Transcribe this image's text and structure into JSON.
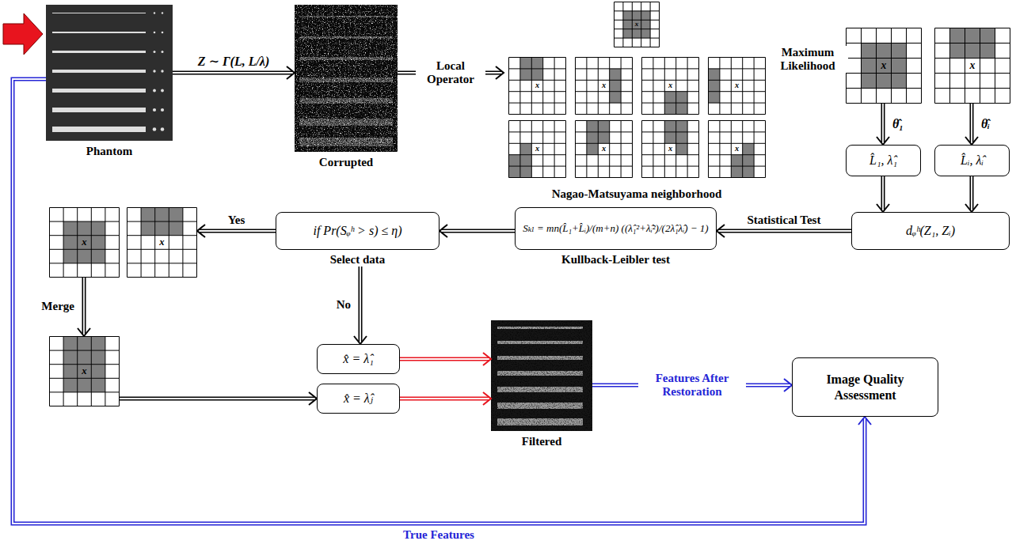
{
  "diagram": {
    "nodes": [
      {
        "text": [
          "Phantom"
        ]
      },
      {
        "text": [
          "Corrupted"
        ]
      },
      {
        "text": [
          "Nagao-Matsuyama neighborhood"
        ]
      },
      {
        "text": [
          "x"
        ],
        "in": 2
      },
      {
        "text": [
          "x"
        ],
        "in": 2
      },
      {
        "text": [
          "x"
        ],
        "in": 2
      },
      {
        "text": [
          "x"
        ],
        "in": 2
      },
      {
        "text": [
          "x"
        ],
        "in": 2
      },
      {
        "text": [
          "x"
        ],
        "in": 2
      },
      {
        "text": [
          "x"
        ],
        "in": 2
      },
      {
        "text": [
          "x"
        ],
        "in": 2
      },
      {
        "text": [
          "x"
        ],
        "in": 2
      },
      {
        "text": [
          "x"
        ]
      },
      {
        "text": [
          "x"
        ]
      },
      {
        "text": [
          "L̂₁, λ̂₁"
        ]
      },
      {
        "text": [
          "L̂ᵢ, λ̂ᵢ"
        ]
      },
      {
        "text": [
          "dᵩʰ(Z₁, Zᵢ)"
        ]
      },
      {
        "text": [
          "Sₖₗ = mn(L̂₁+L̂ᵢ)/(m+n) ((λ̂₁²+λ̂ᵢ²)/(2λ̂₁λ̂ᵢ) − 1)",
          "Kullback-Leibler test"
        ]
      },
      {
        "text": [
          "if Pr(Sᵩʰ > s) ≤ η)",
          "Select data"
        ]
      },
      {
        "text": [
          "x"
        ]
      },
      {
        "text": [
          "x"
        ]
      },
      {
        "text": [
          "x"
        ]
      },
      {
        "text": [
          "x̂ = λ̂₁"
        ]
      },
      {
        "text": [
          "x̂ = λ̂ⱼ"
        ]
      },
      {
        "text": [
          "Filtered"
        ]
      },
      {
        "text": [
          "Image Quality Assessment"
        ]
      }
    ],
    "edges": [
      {
        "from": 0,
        "to": 1,
        "arrow": "to",
        "label": "Z ∼ Γ(L, L/λ)"
      },
      {
        "from": 1,
        "to": 2,
        "arrow": "to",
        "label": "Local Operator"
      },
      {
        "from": 2,
        "to": 12,
        "arrow": "to",
        "label": "Maximum Likelihood"
      },
      {
        "from": 12,
        "to": 14,
        "arrow": "to",
        "label": "θ̂₁"
      },
      {
        "from": 13,
        "to": 15,
        "arrow": "to",
        "label": "θ̂ᵢ"
      },
      {
        "from": 14,
        "to": 16,
        "arrow": "to"
      },
      {
        "from": 15,
        "to": 16,
        "arrow": "to"
      },
      {
        "from": 16,
        "to": 17,
        "arrow": "to",
        "label": "Statistical Test"
      },
      {
        "from": 17,
        "to": 18,
        "arrow": "to"
      },
      {
        "from": 18,
        "to": 20,
        "arrow": "to",
        "label": "Yes"
      },
      {
        "from": 19,
        "to": 21,
        "arrow": "to",
        "label": "Merge"
      },
      {
        "from": 21,
        "to": 23,
        "arrow": "to"
      },
      {
        "from": 18,
        "to": 22,
        "arrow": "to",
        "label": "No"
      },
      {
        "from": 22,
        "to": 24,
        "arrow": "to"
      },
      {
        "from": 23,
        "to": 24,
        "arrow": "to"
      },
      {
        "from": 24,
        "to": 25,
        "arrow": "to",
        "label": "Features After Restoration"
      },
      {
        "from": 0,
        "to": 25,
        "arrow": "to",
        "label": "True Features"
      }
    ]
  }
}
